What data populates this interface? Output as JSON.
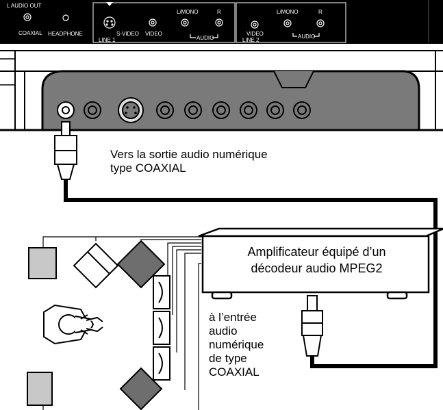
{
  "panel_top": {
    "audio_out_label": "L AUDIO OUT",
    "coaxial_label": "COAXIAL",
    "headphone_label": "HEADPHONE",
    "svideo_label": "S-VIDEO",
    "video_label": "VIDEO",
    "lmono_label": "L/MONO",
    "r_label": "R",
    "audio_label": "AUDIO",
    "line1_label": "LINE 1",
    "line2_label": "LINE 2"
  },
  "labels": {
    "coaxial_out": "Vers la sortie audio numérique\ntype COAXIAL",
    "amplifier": "Amplificateur équipé d’un\ndécodeur audio MPEG2",
    "coaxial_in": "à l’entrée\naudio\nnumérique\nde type\nCOAXIAL"
  },
  "colors": {
    "black": "#000000",
    "panel_gray": "#7a7a7a",
    "speaker_light": "#c8c8c8",
    "speaker_dark": "#6e6e6e"
  }
}
